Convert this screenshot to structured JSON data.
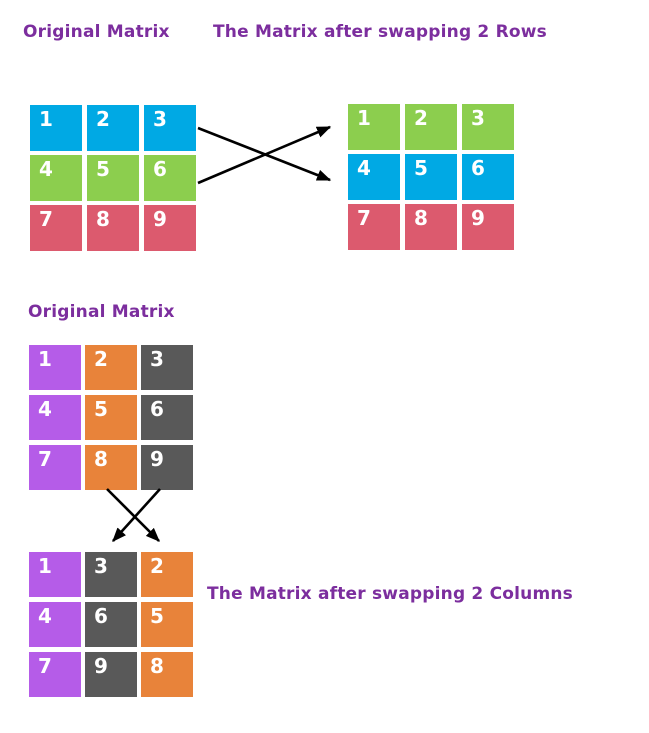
{
  "colors": {
    "heading": "#7C2E9E",
    "blue": "#00A9E4",
    "green": "#8CCE4E",
    "red": "#DC5A6E",
    "purple": "#B55CE8",
    "orange": "#E8833A",
    "gray": "#595959",
    "arrow": "#000000",
    "cell_text": "#FFFFFF"
  },
  "headings": {
    "rows_original": "Original Matrix",
    "rows_result": "The Matrix after swapping 2 Rows",
    "cols_original": "Original Matrix",
    "cols_result": "The Matrix after swapping 2 Columns"
  },
  "matrices": {
    "a": {
      "label": "original matrix (row swap example)",
      "cells": [
        {
          "v": "1",
          "c": "blue"
        },
        {
          "v": "2",
          "c": "blue"
        },
        {
          "v": "3",
          "c": "blue"
        },
        {
          "v": "4",
          "c": "green"
        },
        {
          "v": "5",
          "c": "green"
        },
        {
          "v": "6",
          "c": "green"
        },
        {
          "v": "7",
          "c": "red"
        },
        {
          "v": "8",
          "c": "red"
        },
        {
          "v": "9",
          "c": "red"
        }
      ]
    },
    "b": {
      "label": "matrix after swapping 2 rows",
      "cells": [
        {
          "v": "1",
          "c": "green"
        },
        {
          "v": "2",
          "c": "green"
        },
        {
          "v": "3",
          "c": "green"
        },
        {
          "v": "4",
          "c": "blue"
        },
        {
          "v": "5",
          "c": "blue"
        },
        {
          "v": "6",
          "c": "blue"
        },
        {
          "v": "7",
          "c": "red"
        },
        {
          "v": "8",
          "c": "red"
        },
        {
          "v": "9",
          "c": "red"
        }
      ]
    },
    "c": {
      "label": "original matrix (column swap example)",
      "cells": [
        {
          "v": "1",
          "c": "purple"
        },
        {
          "v": "2",
          "c": "orange"
        },
        {
          "v": "3",
          "c": "gray"
        },
        {
          "v": "4",
          "c": "purple"
        },
        {
          "v": "5",
          "c": "orange"
        },
        {
          "v": "6",
          "c": "gray"
        },
        {
          "v": "7",
          "c": "purple"
        },
        {
          "v": "8",
          "c": "orange"
        },
        {
          "v": "9",
          "c": "gray"
        }
      ]
    },
    "d": {
      "label": "matrix after swapping 2 columns",
      "cells": [
        {
          "v": "1",
          "c": "purple"
        },
        {
          "v": "3",
          "c": "gray"
        },
        {
          "v": "2",
          "c": "orange"
        },
        {
          "v": "4",
          "c": "purple"
        },
        {
          "v": "6",
          "c": "gray"
        },
        {
          "v": "5",
          "c": "orange"
        },
        {
          "v": "7",
          "c": "purple"
        },
        {
          "v": "9",
          "c": "gray"
        },
        {
          "v": "8",
          "c": "orange"
        }
      ]
    }
  }
}
